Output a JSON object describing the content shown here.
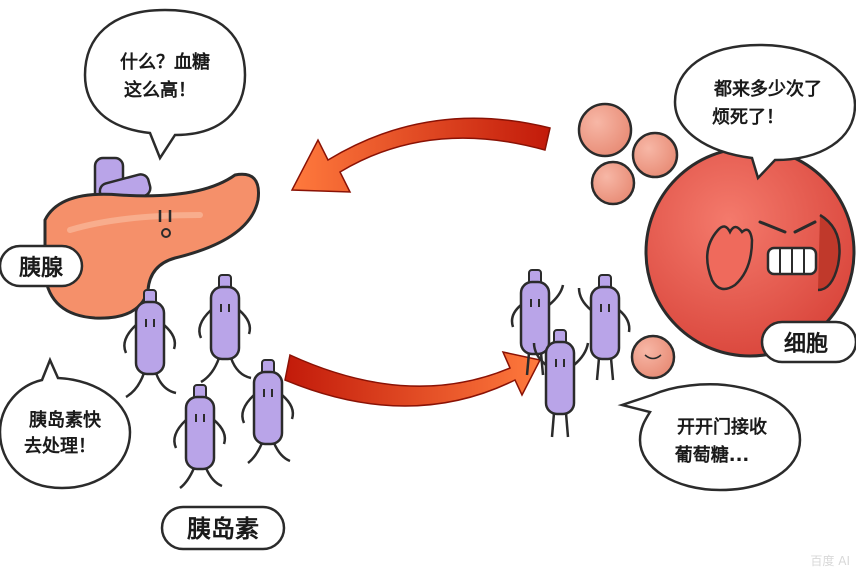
{
  "bubbles": {
    "pancreas_line1": "什么？血糖",
    "pancreas_line2": "这么高！",
    "cell_line1": "都来多少次了",
    "cell_line2": "烦死了！",
    "insulin_line1": "胰岛素快",
    "insulin_line2": "去处理！",
    "receptor_line1": "开开门接收",
    "receptor_line2": "葡萄糖..."
  },
  "labels": {
    "pancreas": "胰腺",
    "insulin": "胰岛素",
    "cell": "细胞"
  },
  "watermark": "百度 AI",
  "colors": {
    "pancreas": "#f5906a",
    "cell": "#e8564b",
    "glucose": "#f3a08d",
    "insulin": "#b9a4e8",
    "arrow_dark": "#c21a0a",
    "arrow_light": "#ff7a3d"
  }
}
